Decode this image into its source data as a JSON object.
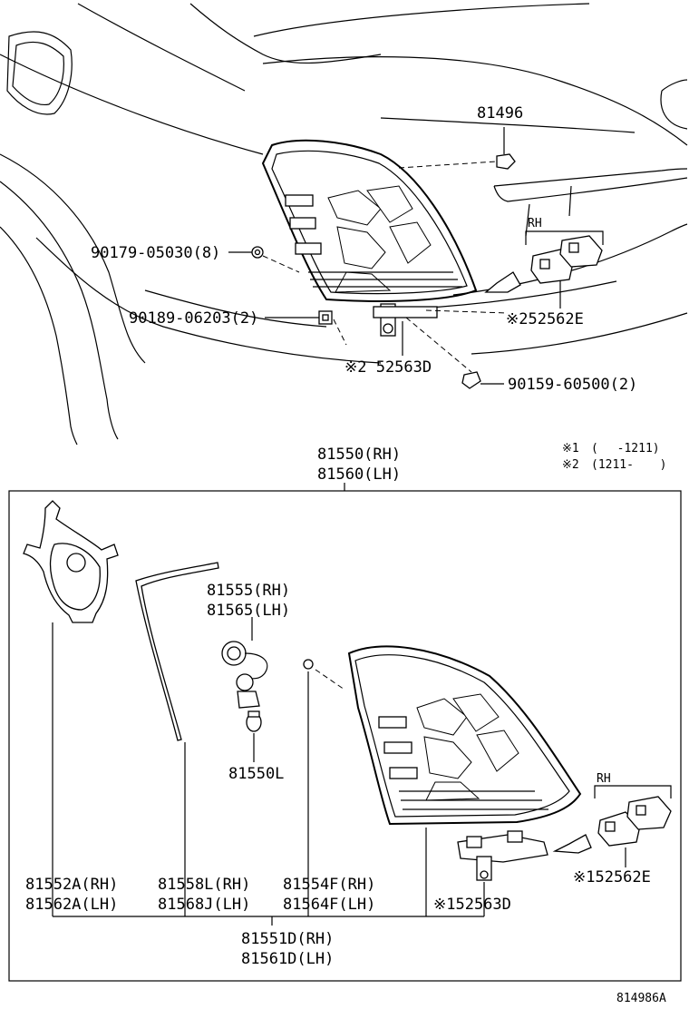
{
  "diagram_code": "814986A",
  "notes": {
    "n1_mark": "※1",
    "n1_text": "(　 -1211)",
    "n2_mark": "※2",
    "n2_text": "(1211- 　 )"
  },
  "upper": {
    "p81496": "81496",
    "p90179": "90179-05030(8)",
    "p90189": "90189-06203(2)",
    "p52562E": "※252562E",
    "p52563D": "※2 52563D",
    "p90159": "90159-60500(2)",
    "rh": "RH"
  },
  "assembly": {
    "rh": "81550(RH)",
    "lh": "81560(LH)"
  },
  "lower": {
    "p81555": "81555(RH)",
    "p81565": "81565(LH)",
    "p81550L": "81550L",
    "p81552A": "81552A(RH)",
    "p81562A": "81562A(LH)",
    "p81558L": "81558L(RH)",
    "p81568J": "81568J(LH)",
    "p81554F": "81554F(RH)",
    "p81564F": "81564F(LH)",
    "p52563D": "※152563D",
    "p52562E": "※152562E",
    "rh": "RH",
    "p81551D": "81551D(RH)",
    "p81561D": "81561D(LH)"
  }
}
